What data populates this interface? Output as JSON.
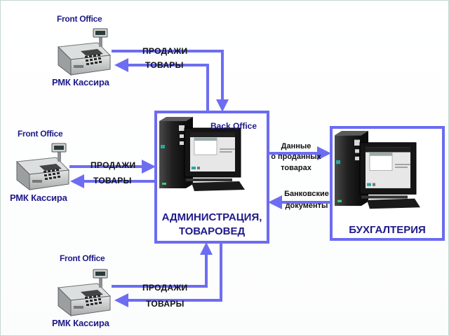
{
  "terminals": {
    "front_office_label": "Front Office",
    "cashier_label": "РМК Кассира",
    "sales_label": "ПРОДАЖИ",
    "goods_label": "ТОВАРЫ"
  },
  "back_office": {
    "title": "Back Office",
    "name_line1": "АДМИНИСТРАЦИЯ,",
    "name_line2": "ТОВАРОВЕД"
  },
  "accounting": {
    "name": "БУХГАЛТЕРИЯ",
    "data_line1": "Данные",
    "data_line2": "о проданных",
    "data_line3": "товарах",
    "bank_line1": "Банковские",
    "bank_line2": "документы"
  },
  "colors": {
    "box_border": "#6b6bf2",
    "arrow": "#6d6df2",
    "label_blue": "#1e1a8a"
  }
}
